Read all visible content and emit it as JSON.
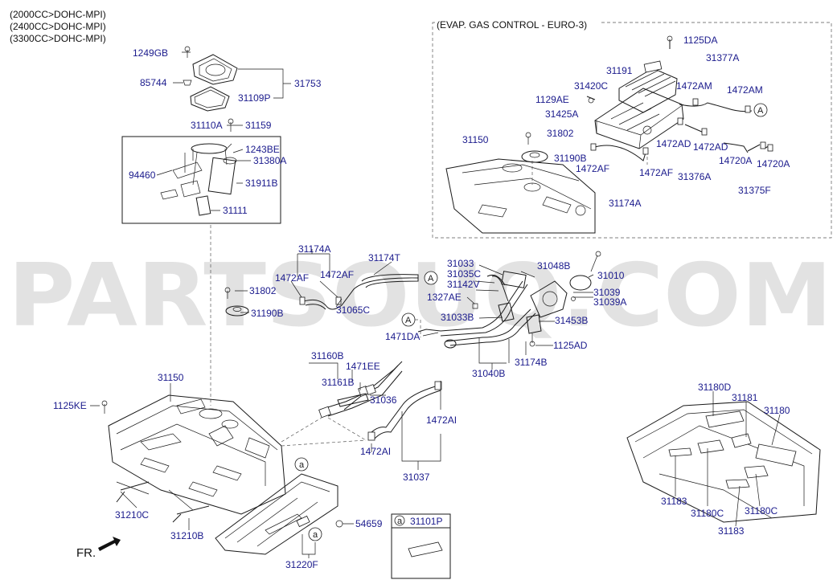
{
  "engine_variants": [
    "(2000CC>DOHC-MPI)",
    "(2400CC>DOHC-MPI)",
    "(3300CC>DOHC-MPI)"
  ],
  "inset": {
    "title": "(EVAP. GAS CONTROL - EURO-3)"
  },
  "watermark": "PARTSOUQ.COM",
  "front_label": "FR.",
  "ref_marker_A": "A",
  "ref_marker_a": "a",
  "labels": {
    "l1249GB": "1249GB",
    "l85744": "85744",
    "l31753": "31753",
    "l31109P": "31109P",
    "l31110A": "31110A",
    "l31159": "31159",
    "l1243BE": "1243BE",
    "l31380A": "31380A",
    "l94460": "94460",
    "l31911B": "31911B",
    "l31111": "31111",
    "l1125DA": "1125DA",
    "l31191": "31191",
    "l31377A": "31377A",
    "l31420C": "31420C",
    "l1472AM_1": "1472AM",
    "l1472AM_2": "1472AM",
    "l1129AE": "1129AE",
    "l31425A": "31425A",
    "l31802_ev": "31802",
    "l31150_ev": "31150",
    "l31190B_ev": "31190B",
    "l1472AD_1": "1472AD",
    "l1472AD_2": "1472AD",
    "l1472AF_e1": "1472AF",
    "l1472AF_e2": "1472AF",
    "l31376A": "31376A",
    "l14720A_1": "14720A",
    "l14720A_2": "14720A",
    "l31174A_ev": "31174A",
    "l31375F": "31375F",
    "l31174A_m": "31174A",
    "l31174T": "31174T",
    "l1472AF_m1": "1472AF",
    "l1472AF_m2": "1472AF",
    "l31802_m": "31802",
    "l31065C": "31065C",
    "l31190B_m": "31190B",
    "l31033": "31033",
    "l31048B": "31048B",
    "l31010": "31010",
    "l31035C": "31035C",
    "l31142V": "31142V",
    "l31039": "31039",
    "l31039A": "31039A",
    "l1327AE": "1327AE",
    "l31033B": "31033B",
    "l31453B": "31453B",
    "l1471DA": "1471DA",
    "l1125AD": "1125AD",
    "l31174B": "31174B",
    "l31040B": "31040B",
    "l31160B": "31160B",
    "l1471EE": "1471EE",
    "l31161B": "31161B",
    "l31036": "31036",
    "l1472AI_1": "1472AI",
    "l1472AI_2": "1472AI",
    "l31037": "31037",
    "l31150_m": "31150",
    "l1125KE": "1125KE",
    "l31210C": "31210C",
    "l31210B": "31210B",
    "l54659": "54659",
    "l31220F": "31220F",
    "l31101P": "31101P",
    "l31180D": "31180D",
    "l31181": "31181",
    "l31180": "31180",
    "l31183_1": "31183",
    "l31180C_1": "31180C",
    "l31180C_2": "31180C",
    "l31183_2": "31183"
  }
}
